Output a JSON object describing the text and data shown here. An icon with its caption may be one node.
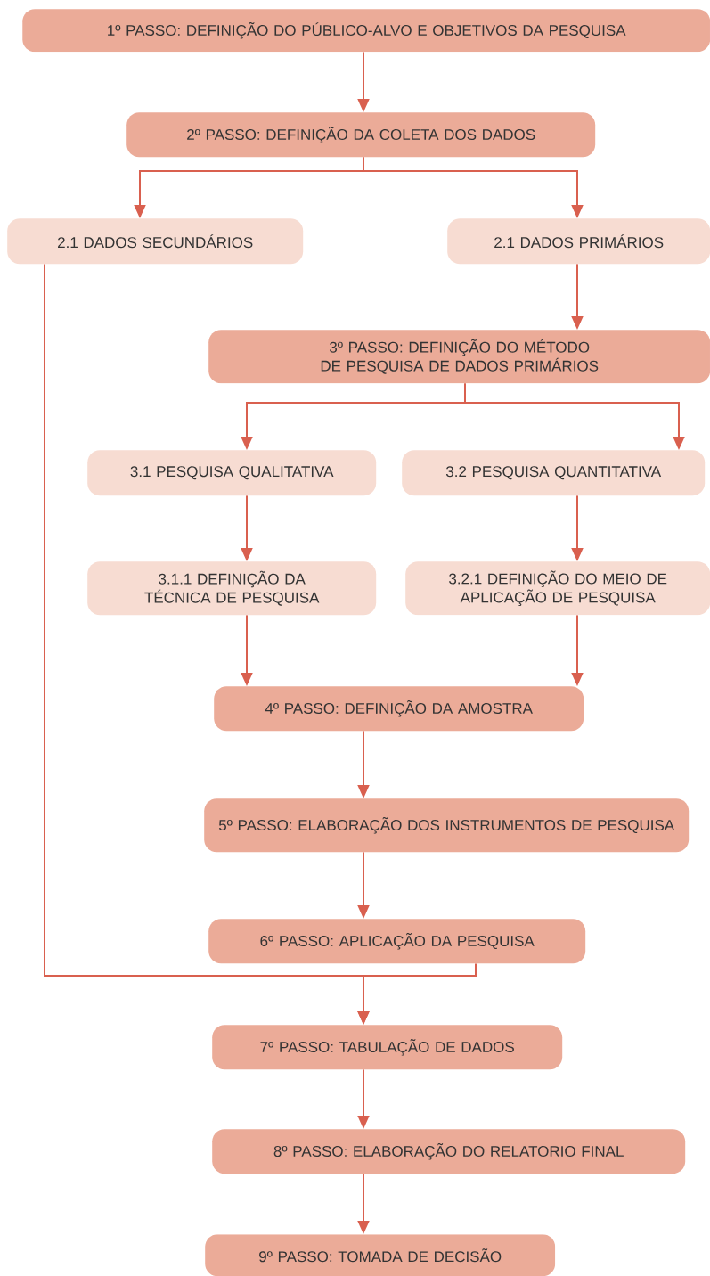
{
  "diagram": {
    "nodes": [
      {
        "text": [
          "1º PASSO: DEFINIÇÃO DO PÚBLICO-ALVO E OBJETIVOS DA PESQUISA"
        ]
      },
      {
        "text": [
          "2º PASSO: DEFINIÇÃO DA COLETA DOS DADOS"
        ]
      },
      {
        "text": [
          "2.1 DADOS SECUNDÁRIOS"
        ]
      },
      {
        "text": [
          "2.1 DADOS PRIMÁRIOS"
        ]
      },
      {
        "text": [
          "3º PASSO: DEFINIÇÃO DO MÉTODO DE PESQUISA DE DADOS PRIMÁRIOS"
        ]
      },
      {
        "text": [
          "3.1 PESQUISA QUALITATIVA"
        ]
      },
      {
        "text": [
          "3.2 PESQUISA QUANTITATIVA"
        ]
      },
      {
        "text": [
          "3.1.1 DEFINIÇÃO DA TÉCNICA DE PESQUISA"
        ]
      },
      {
        "text": [
          "3.2.1 DEFINIÇÃO DO MEIO DE APLICAÇÃO DE PESQUISA"
        ]
      },
      {
        "text": [
          "4º PASSO: DEFINIÇÃO DA AMOSTRA"
        ]
      },
      {
        "text": [
          "5º PASSO: ELABORAÇÃO DOS INSTRUMENTOS DE PESQUISA"
        ]
      },
      {
        "text": [
          "6º PASSO: APLICAÇÃO DA PESQUISA"
        ]
      },
      {
        "text": [
          "7º PASSO: TABULAÇÃO DE DADOS"
        ]
      },
      {
        "text": [
          "8º PASSO: ELABORAÇÃO DO RELATORIO FINAL"
        ]
      },
      {
        "text": [
          "9º PASSO: TOMADA DE DECISÃO"
        ]
      }
    ],
    "edges": [
      {
        "from": 0,
        "to": 1,
        "arrow": "to"
      },
      {
        "from": 1,
        "to": 2,
        "arrow": "to"
      },
      {
        "from": 1,
        "to": 3,
        "arrow": "to"
      },
      {
        "from": 3,
        "to": 4,
        "arrow": "to"
      },
      {
        "from": 4,
        "to": 5,
        "arrow": "to"
      },
      {
        "from": 4,
        "to": 6,
        "arrow": "to"
      },
      {
        "from": 5,
        "to": 7,
        "arrow": "to"
      },
      {
        "from": 6,
        "to": 8,
        "arrow": "to"
      },
      {
        "from": 7,
        "to": 9,
        "arrow": "to"
      },
      {
        "from": 8,
        "to": 9,
        "arrow": "to"
      },
      {
        "from": 9,
        "to": 10,
        "arrow": "to"
      },
      {
        "from": 10,
        "to": 11,
        "arrow": "to"
      },
      {
        "from": 11,
        "to": 12,
        "arrow": "to"
      },
      {
        "from": 2,
        "to": 12,
        "arrow": "to"
      },
      {
        "from": 12,
        "to": 13,
        "arrow": "to"
      },
      {
        "from": 13,
        "to": 14,
        "arrow": "to"
      }
    ]
  }
}
